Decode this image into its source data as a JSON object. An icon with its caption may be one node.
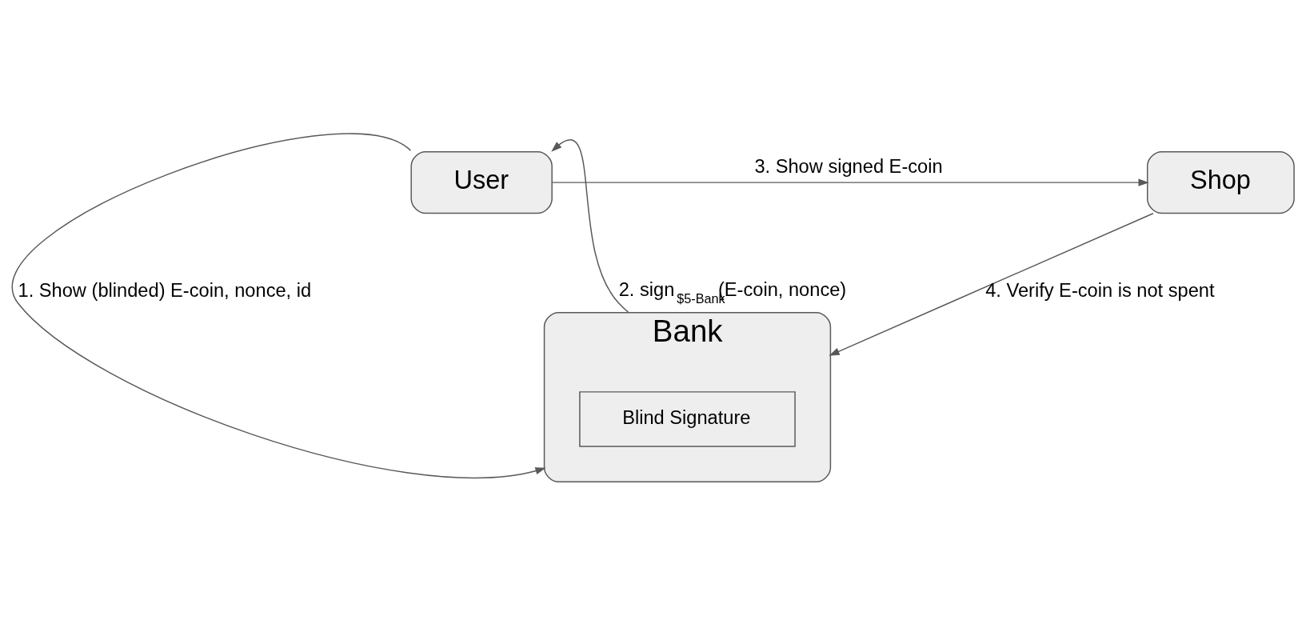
{
  "diagram": {
    "nodes": [
      {
        "text": [
          "Bank"
        ]
      },
      {
        "text": [
          "Blind Signature"
        ],
        "in": 0
      },
      {
        "text": [
          "User"
        ]
      },
      {
        "text": [
          "Shop"
        ]
      }
    ],
    "edges": [
      {
        "from": 2,
        "to": 0,
        "arrow": "to",
        "label": "1. Show (blinded) E-coin, nonce, id"
      },
      {
        "from": 0,
        "to": 2,
        "arrow": "to",
        "label": "2. sign$_{$5-Bank}$(E-coin, nonce)"
      },
      {
        "from": 2,
        "to": 3,
        "arrow": "to",
        "label": "3. Show signed E-coin"
      },
      {
        "from": 3,
        "to": 0,
        "arrow": "to",
        "label": "4. Verify E-coin is not spent"
      }
    ]
  }
}
